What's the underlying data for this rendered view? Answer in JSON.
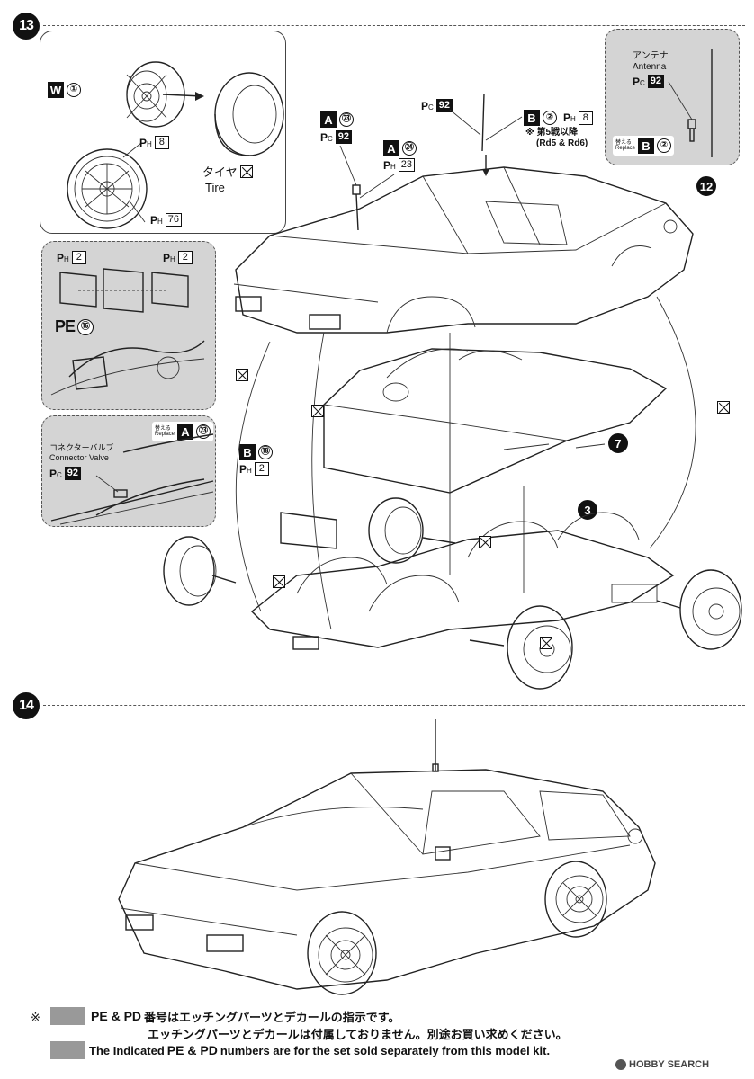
{
  "step13": {
    "number": "13",
    "wheel_panel": {
      "wheel_part": {
        "letter": "W",
        "num": "①"
      },
      "ph8": {
        "prefix": "P",
        "sub": "H",
        "num": "8"
      },
      "ph76": {
        "prefix": "P",
        "sub": "H",
        "num": "76"
      },
      "tire_jp": "タイヤ",
      "tire_en": "Tire"
    },
    "antenna_panel": {
      "label_jp": "アンテナ",
      "label_en": "Antenna",
      "pc92": {
        "prefix": "P",
        "sub": "C",
        "num": "92"
      },
      "replace_small": "替える Replace",
      "replace_part": {
        "letter": "B",
        "num": "②"
      }
    },
    "callouts": {
      "a23": {
        "letter": "A",
        "num": "㉓"
      },
      "a23_pc": {
        "prefix": "P",
        "sub": "C",
        "num": "92"
      },
      "a24": {
        "letter": "A",
        "num": "㉔"
      },
      "a24_ph": {
        "prefix": "P",
        "sub": "H",
        "num": "23"
      },
      "antenna_pc": {
        "prefix": "P",
        "sub": "C",
        "num": "92"
      },
      "b2": {
        "letter": "B",
        "num": "②"
      },
      "b2_ph": {
        "prefix": "P",
        "sub": "H",
        "num": "8"
      },
      "b2_note1": "※ 第5戦以降",
      "b2_note2": "(Rd5 & Rd6)",
      "b18": {
        "letter": "B",
        "num": "⑱"
      },
      "b18_ph": {
        "prefix": "P",
        "sub": "H",
        "num": "2"
      },
      "sub12": "12",
      "sub7": "7",
      "sub3": "3"
    },
    "pe_panel": {
      "ph_left": {
        "prefix": "P",
        "sub": "H",
        "num": "2"
      },
      "ph_right": {
        "prefix": "P",
        "sub": "H",
        "num": "2"
      },
      "pe_label": "PE",
      "pe_num": "⑯"
    },
    "valve_panel": {
      "replace_small": "替える Replace",
      "replace_part": {
        "letter": "A",
        "num": "㉓"
      },
      "label_jp": "コネクターバルブ",
      "label_en": "Connector Valve",
      "pc92": {
        "prefix": "P",
        "sub": "C",
        "num": "92"
      }
    }
  },
  "step14": {
    "number": "14"
  },
  "footer": {
    "mark": "※",
    "pe_pd": "PE & PD",
    "line1_jp": "番号はエッチングパーツとデカールの指示です。",
    "line2_jp": "エッチングパーツとデカールは付属しておりません。別途お買い求めください。",
    "line3_prefix": "The Indicated",
    "line3_suffix": "numbers are for the set sold separately from this model kit."
  },
  "watermark": "HOBBY SEARCH"
}
